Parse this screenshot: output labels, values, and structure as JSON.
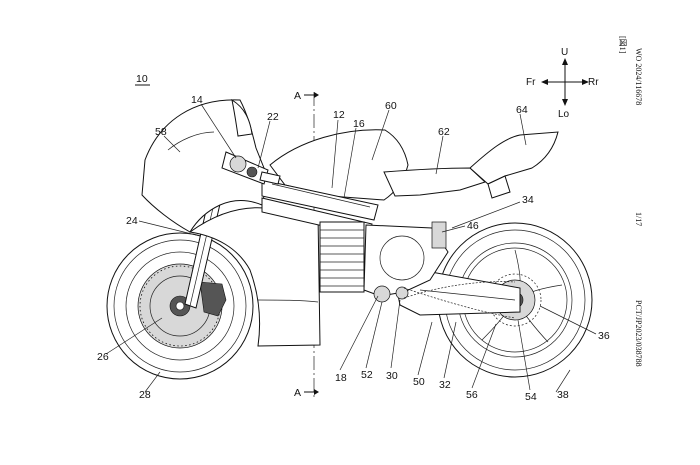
{
  "figure_number": "10",
  "fig_tag": "[図1]",
  "publication_number": "WO 2024/116678",
  "application_number": "PCT/JP2023/038788",
  "sheet": "1/17",
  "directions": {
    "up": "U",
    "down": "Lo",
    "front": "Fr",
    "rear": "Rr"
  },
  "section_marker": "A",
  "ref_labels": [
    "14",
    "22",
    "58",
    "12",
    "16",
    "60",
    "62",
    "64",
    "34",
    "46",
    "24",
    "26",
    "28",
    "18",
    "52",
    "30",
    "50",
    "32",
    "56",
    "54",
    "38",
    "36"
  ]
}
